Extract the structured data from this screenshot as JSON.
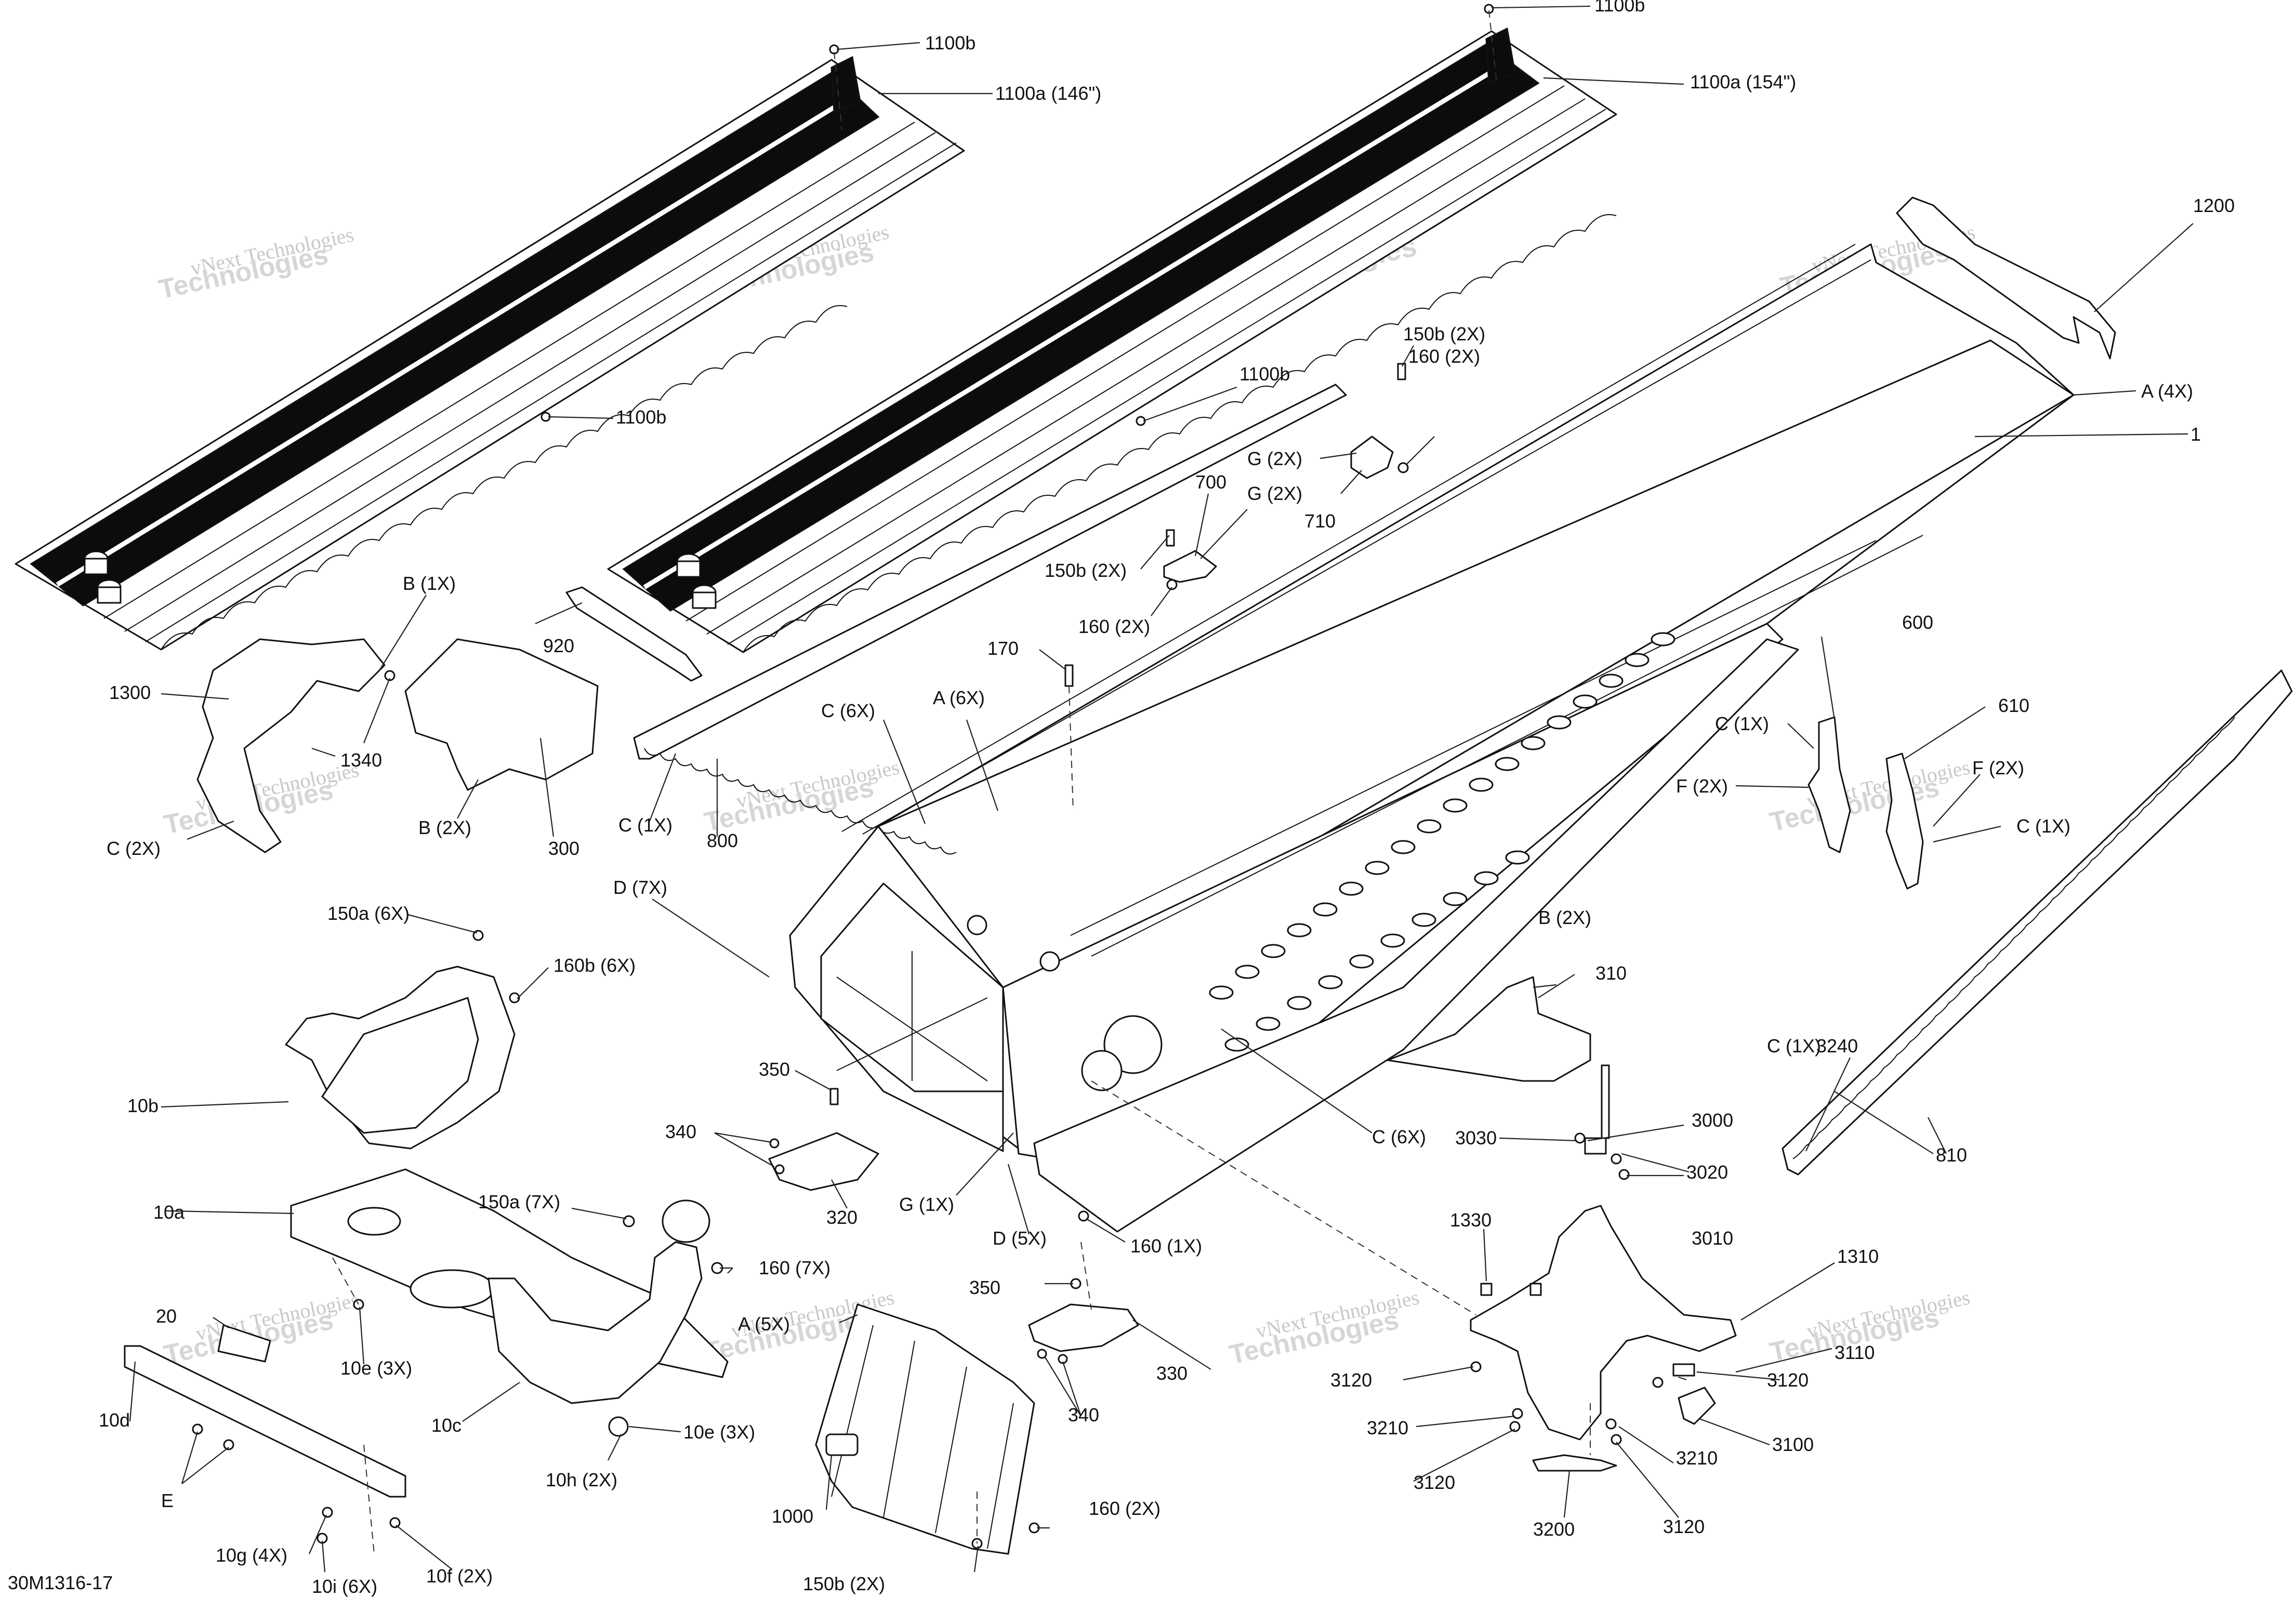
{
  "diagram": {
    "code": "30M1316-17",
    "watermark": {
      "line1": "vNext",
      "line2": "Technologies",
      "full": "vNext Technologies"
    },
    "callouts": [
      {
        "id": "c-1100b-top1",
        "text": "1100b"
      },
      {
        "id": "c-1100a-146",
        "text": "1100a (146\")"
      },
      {
        "id": "c-1100b-top2",
        "text": "1100b"
      },
      {
        "id": "c-1100a-154",
        "text": "1100a (154\")"
      },
      {
        "id": "c-1200",
        "text": "1200"
      },
      {
        "id": "c-1100b-mid1",
        "text": "1100b"
      },
      {
        "id": "c-1100b-mid2",
        "text": "1100b"
      },
      {
        "id": "c-150b-2x-a",
        "text": "150b (2X)"
      },
      {
        "id": "c-160-2x-a",
        "text": "160 (2X)"
      },
      {
        "id": "c-a-4x",
        "text": "A (4X)"
      },
      {
        "id": "c-1",
        "text": "1"
      },
      {
        "id": "c-g-2x-a",
        "text": "G (2X)"
      },
      {
        "id": "c-710",
        "text": "710"
      },
      {
        "id": "c-700",
        "text": "700"
      },
      {
        "id": "c-g-2x-b",
        "text": "G (2X)"
      },
      {
        "id": "c-150b-2x-b",
        "text": "150b (2X)"
      },
      {
        "id": "c-160-2x-b",
        "text": "160 (2X)"
      },
      {
        "id": "c-b-1x",
        "text": "B (1X)"
      },
      {
        "id": "c-920",
        "text": "920"
      },
      {
        "id": "c-1300",
        "text": "1300"
      },
      {
        "id": "c-1340",
        "text": "1340"
      },
      {
        "id": "c-c-2x",
        "text": "C (2X)"
      },
      {
        "id": "c-b-2x-a",
        "text": "B (2X)"
      },
      {
        "id": "c-300",
        "text": "300"
      },
      {
        "id": "c-170",
        "text": "170"
      },
      {
        "id": "c-c-6x-a",
        "text": "C (6X)"
      },
      {
        "id": "c-a-6x",
        "text": "A (6X)"
      },
      {
        "id": "c-c-1x-a",
        "text": "C (1X)"
      },
      {
        "id": "c-800",
        "text": "800"
      },
      {
        "id": "c-600",
        "text": "600"
      },
      {
        "id": "c-610",
        "text": "610"
      },
      {
        "id": "c-c-1x-b",
        "text": "C (1X)"
      },
      {
        "id": "c-f-2x-a",
        "text": "F (2X)"
      },
      {
        "id": "c-f-2x-b",
        "text": "F (2X)"
      },
      {
        "id": "c-c-1x-c",
        "text": "C (1X)"
      },
      {
        "id": "c-d-7x",
        "text": "D (7X)"
      },
      {
        "id": "c-150a-6x",
        "text": "150a (6X)"
      },
      {
        "id": "c-160b-6x",
        "text": "160b (6X)"
      },
      {
        "id": "c-b-2x-b",
        "text": "B (2X)"
      },
      {
        "id": "c-310",
        "text": "310"
      },
      {
        "id": "c-10b",
        "text": "10b"
      },
      {
        "id": "c-350-a",
        "text": "350"
      },
      {
        "id": "c-3240",
        "text": "3240"
      },
      {
        "id": "c-c-1x-d",
        "text": "C (1X)"
      },
      {
        "id": "c-c-6x-b",
        "text": "C (6X)"
      },
      {
        "id": "c-3030",
        "text": "3030"
      },
      {
        "id": "c-3000",
        "text": "3000"
      },
      {
        "id": "c-3020",
        "text": "3020"
      },
      {
        "id": "c-340-a",
        "text": "340"
      },
      {
        "id": "c-810",
        "text": "810"
      },
      {
        "id": "c-10a",
        "text": "10a"
      },
      {
        "id": "c-150a-7x",
        "text": "150a (7X)"
      },
      {
        "id": "c-320",
        "text": "320"
      },
      {
        "id": "c-g-1x",
        "text": "G (1X)"
      },
      {
        "id": "c-d-5x",
        "text": "D (5X)"
      },
      {
        "id": "c-160-1x",
        "text": "160 (1X)"
      },
      {
        "id": "c-3010",
        "text": "3010"
      },
      {
        "id": "c-1330",
        "text": "1330"
      },
      {
        "id": "c-1310",
        "text": "1310"
      },
      {
        "id": "c-160-7x",
        "text": "160 (7X)"
      },
      {
        "id": "c-350-b",
        "text": "350"
      },
      {
        "id": "c-a-5x",
        "text": "A (5X)"
      },
      {
        "id": "c-20",
        "text": "20"
      },
      {
        "id": "c-10e-3x-a",
        "text": "10e (3X)"
      },
      {
        "id": "c-330",
        "text": "330"
      },
      {
        "id": "c-3110",
        "text": "3110"
      },
      {
        "id": "c-3120-a",
        "text": "3120"
      },
      {
        "id": "c-3120-b",
        "text": "3120"
      },
      {
        "id": "c-10d",
        "text": "10d"
      },
      {
        "id": "c-10c",
        "text": "10c"
      },
      {
        "id": "c-10e-3x-b",
        "text": "10e (3X)"
      },
      {
        "id": "c-340-b",
        "text": "340"
      },
      {
        "id": "c-3210-a",
        "text": "3210"
      },
      {
        "id": "c-3100",
        "text": "3100"
      },
      {
        "id": "c-e",
        "text": "E"
      },
      {
        "id": "c-10h-2x",
        "text": "10h (2X)"
      },
      {
        "id": "c-3210-b",
        "text": "3210"
      },
      {
        "id": "c-3120-c",
        "text": "3120"
      },
      {
        "id": "c-1000",
        "text": "1000"
      },
      {
        "id": "c-160-2x-c",
        "text": "160 (2X)"
      },
      {
        "id": "c-3200",
        "text": "3200"
      },
      {
        "id": "c-3120-d",
        "text": "3120"
      },
      {
        "id": "c-10g-4x",
        "text": "10g (4X)"
      },
      {
        "id": "c-10f-2x",
        "text": "10f (2X)"
      },
      {
        "id": "c-10i-6x",
        "text": "10i (6X)"
      },
      {
        "id": "c-150b-2x-c",
        "text": "150b (2X)"
      }
    ]
  }
}
